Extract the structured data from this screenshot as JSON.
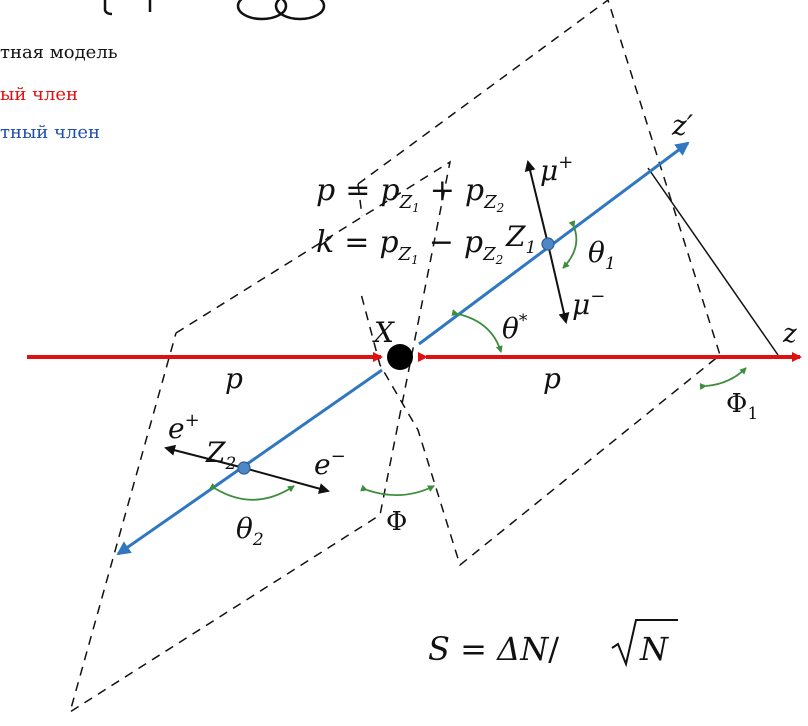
{
  "legend": {
    "line1": "тная модель",
    "line2": "ый член",
    "line3": "тный член"
  },
  "equations": {
    "p_lhs": "p",
    "k_lhs": "k",
    "eq": "=",
    "plus": "+",
    "minus": "−",
    "p_var": "p",
    "Z": "Z",
    "sub1": "1",
    "sub2": "2"
  },
  "labels": {
    "X": "X",
    "z": "z",
    "z_prime": "z′",
    "p_left": "p",
    "p_right": "p",
    "Z1": "Z",
    "Z1_sub": "1",
    "Z2": "Z",
    "Z2_sub": "2",
    "mu_plus": "μ",
    "mu_plus_sup": "+",
    "mu_minus": "μ",
    "mu_minus_sup": "−",
    "e_plus": "e",
    "e_plus_sup": "+",
    "e_minus": "e",
    "e_minus_sup": "−",
    "theta1": "θ",
    "theta1_sub": "1",
    "theta2": "θ",
    "theta2_sub": "2",
    "theta_star": "θ",
    "theta_star_sup": "*",
    "Phi": "Φ",
    "Phi1": "Φ",
    "Phi1_sub": "1"
  },
  "formula": {
    "S": "S",
    "eq": " = ",
    "DeltaN": "ΔN",
    "slash": "/",
    "N": "N"
  },
  "colors": {
    "beam": "#e01010",
    "axis": "#2f77c0",
    "angle": "#3c8d3c",
    "ink": "#111111",
    "legend_red": "#e01010",
    "legend_blue": "#1f4fb0"
  }
}
